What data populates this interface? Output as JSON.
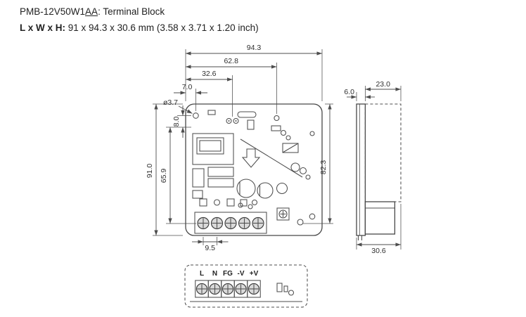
{
  "header": {
    "model_base": "PMB-12V50W1",
    "model_underlined": "AA",
    "title_suffix": ": Terminal Block",
    "size_label": "L x W x H:",
    "size_value": "91 x 94.3 x 30.6 mm (3.58 x 3.71 x 1.20 inch)"
  },
  "front_view": {
    "dim_width": "94.3",
    "dim_62_8": "62.8",
    "dim_32_6": "32.6",
    "dim_7_0": "7.0",
    "hole_diameter": "ø3.7",
    "dim_8_0": "8.0",
    "dim_65_9": "65.9",
    "dim_height": "91.0",
    "dim_82_3": "82.3",
    "dim_9_5": "9.5"
  },
  "side_view": {
    "dim_6_0": "6.0",
    "dim_23_0": "23.0",
    "dim_depth": "30.6"
  },
  "terminal_view": {
    "labels": [
      "L",
      "N",
      "FG",
      "-V",
      "+V"
    ]
  }
}
